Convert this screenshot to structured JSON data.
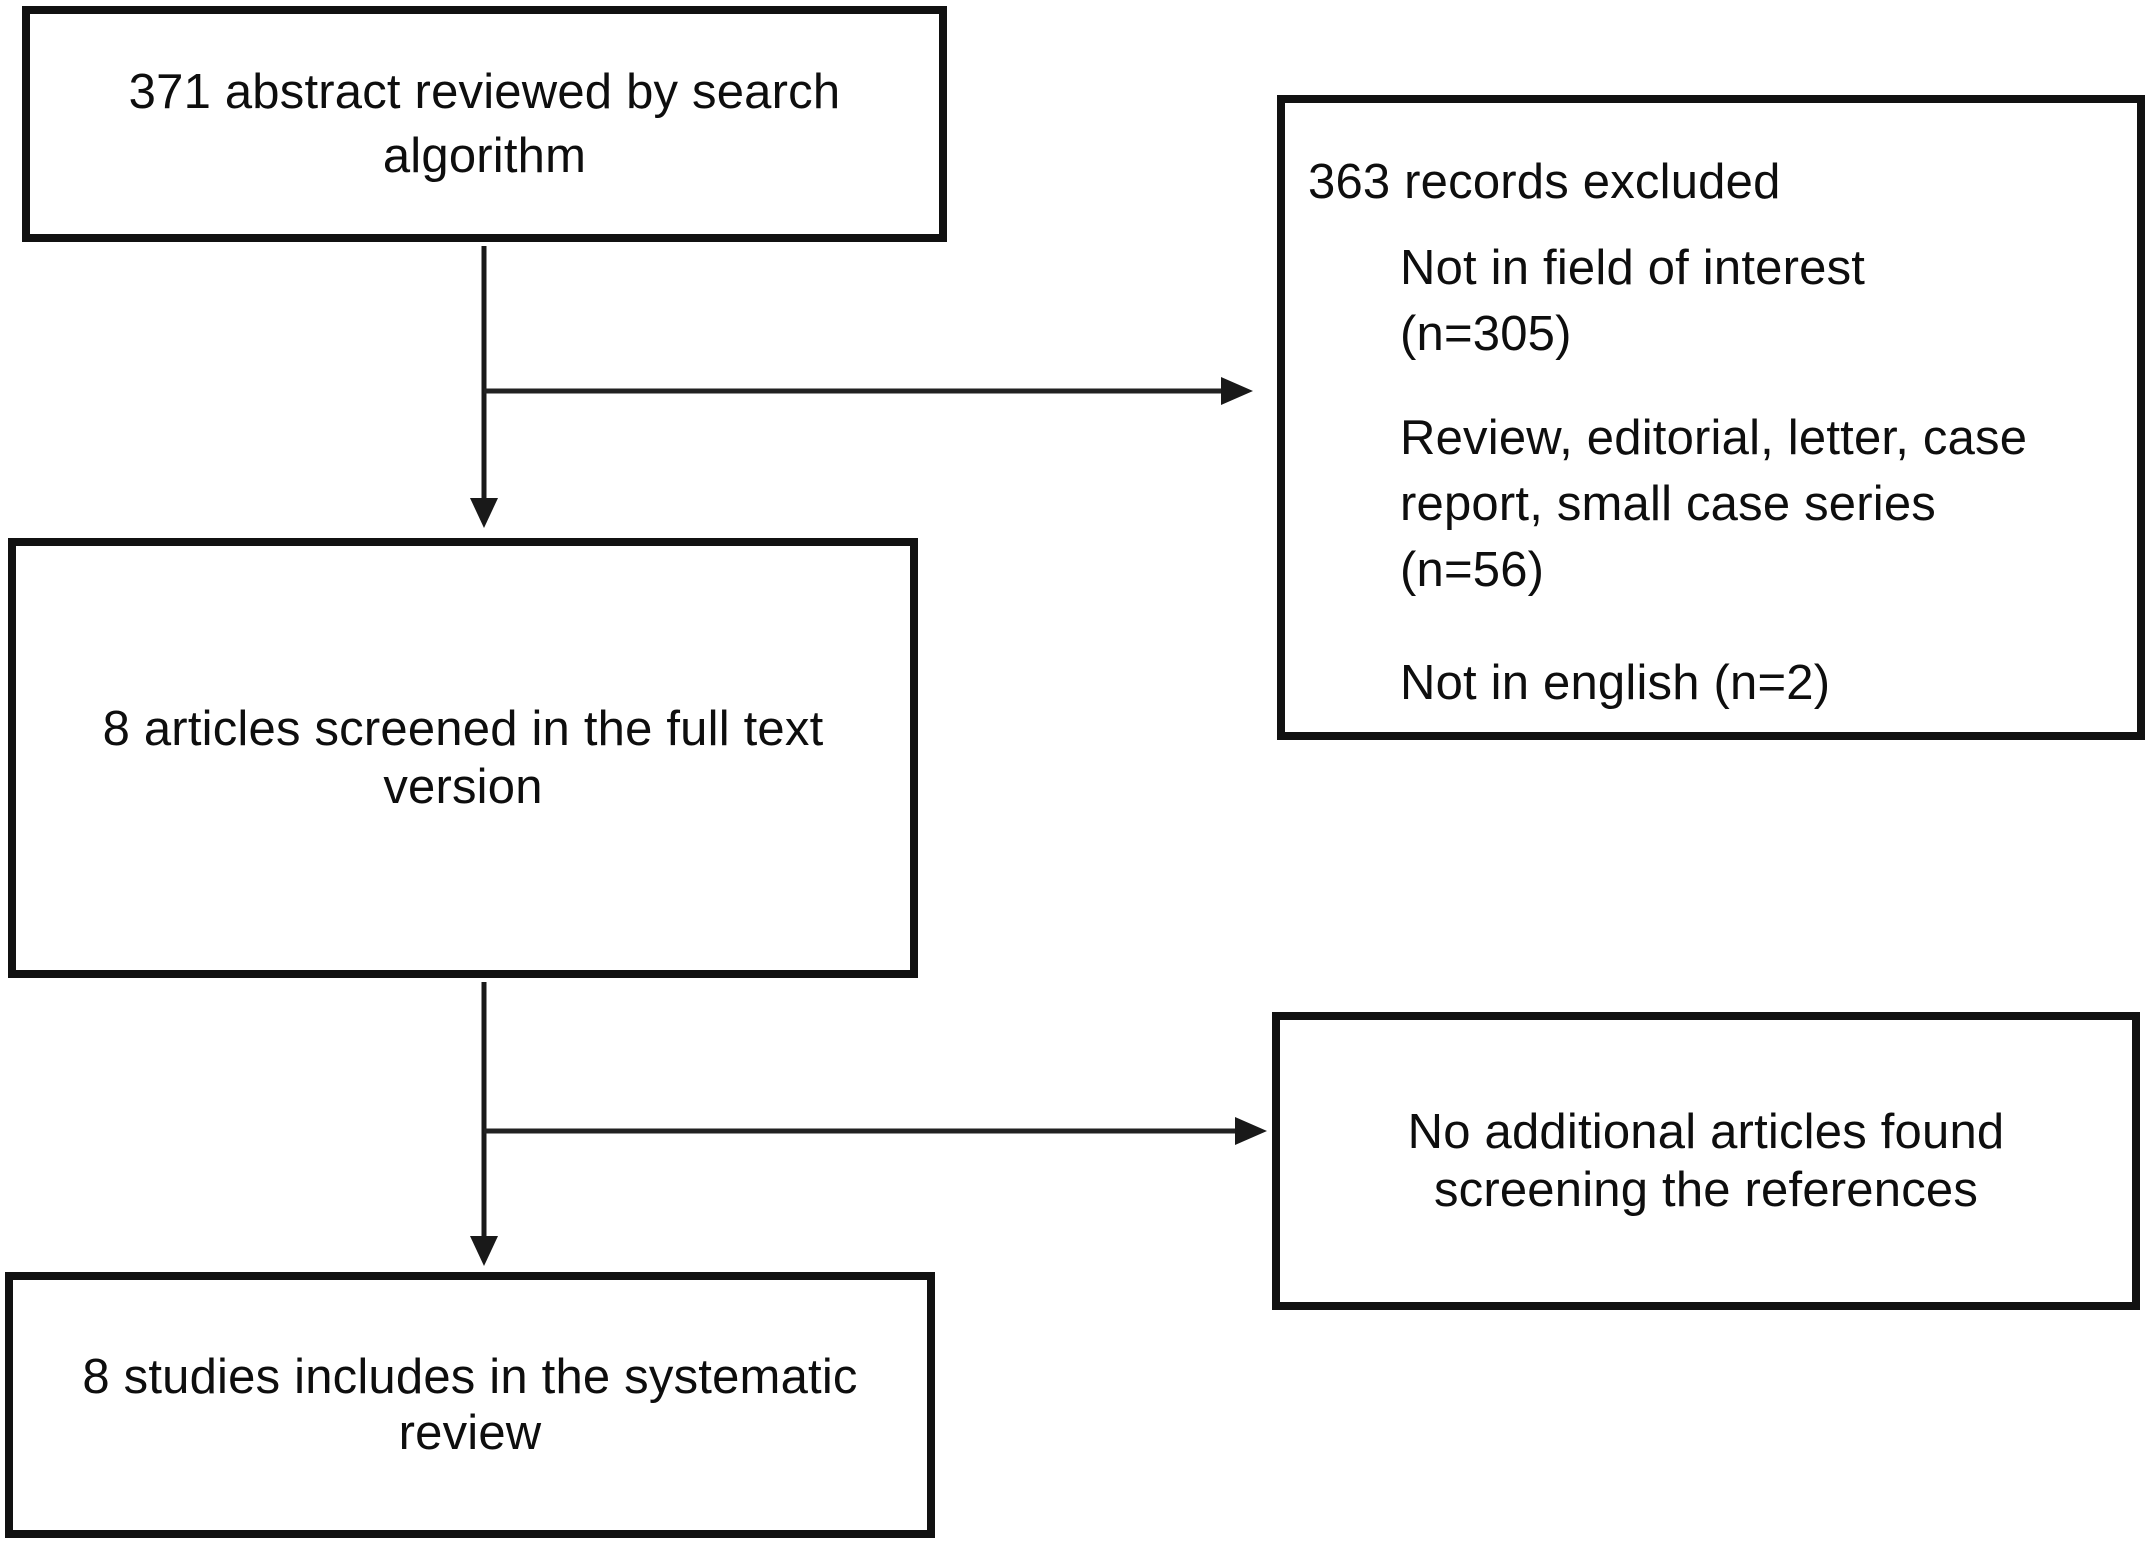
{
  "colors": {
    "ink": "#111111",
    "background": "#ffffff"
  },
  "boxes": {
    "reviewed": {
      "lines": [
        "371 abstract reviewed by search",
        "algorithm"
      ]
    },
    "screened": {
      "lines": [
        "8 articles screened in the full text",
        "version"
      ]
    },
    "included": {
      "lines": [
        "8 studies includes in the systematic",
        "review"
      ]
    },
    "no_additional": {
      "lines": [
        "No additional articles found",
        "screening the references"
      ]
    },
    "excluded": {
      "heading": "363 records excluded",
      "reasons": [
        {
          "lines": [
            "Not in field of interest",
            "(n=305)"
          ]
        },
        {
          "lines": [
            "Review, editorial, letter, case",
            "report, small case series",
            "(n=56)"
          ]
        },
        {
          "lines": [
            "Not in english (n=2)"
          ]
        }
      ]
    }
  }
}
